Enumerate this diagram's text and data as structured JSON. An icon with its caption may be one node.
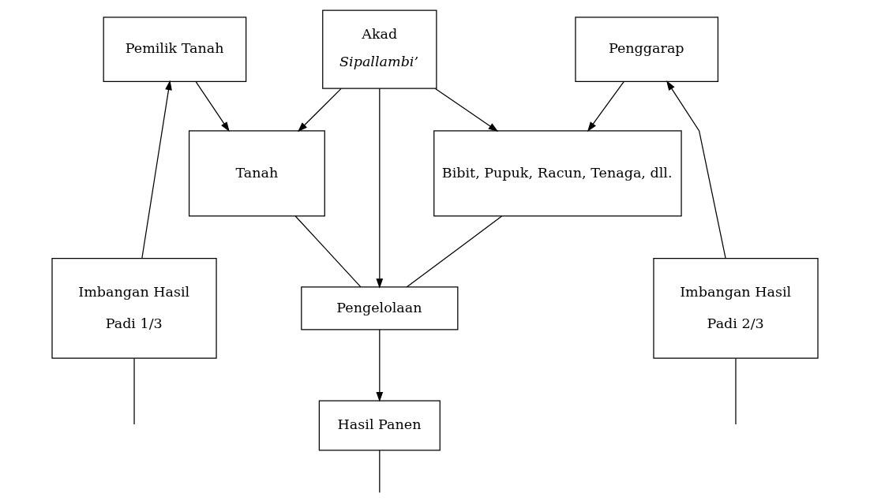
{
  "diagram": {
    "nodes": [
      {
        "text": [
          "Pemilik Tanah"
        ]
      },
      {
        "text": [
          "Akad",
          "Sipallambi’"
        ]
      },
      {
        "text": [
          "Penggarap"
        ]
      },
      {
        "text": [
          "Tanah"
        ]
      },
      {
        "text": [
          "Bibit, Pupuk, Racun, Tenaga, dll."
        ]
      },
      {
        "text": [
          "Imbangan Hasil",
          "Padi 1/3"
        ]
      },
      {
        "text": [
          "Pengelolaan"
        ]
      },
      {
        "text": [
          "Imbangan Hasil",
          "Padi 2/3"
        ]
      },
      {
        "text": [
          "Hasil Panen"
        ]
      }
    ],
    "edges": [
      {
        "from": 0,
        "to": 3,
        "arrow": "to"
      },
      {
        "from": 1,
        "to": 3,
        "arrow": "to"
      },
      {
        "from": 1,
        "to": 4,
        "arrow": "to"
      },
      {
        "from": 2,
        "to": 4,
        "arrow": "to"
      },
      {
        "from": 1,
        "to": 6,
        "arrow": "to"
      },
      {
        "from": 3,
        "to": 6,
        "arrow": "none"
      },
      {
        "from": 4,
        "to": 6,
        "arrow": "none"
      },
      {
        "from": 6,
        "to": 8,
        "arrow": "to"
      },
      {
        "from": 5,
        "to": 0,
        "arrow": "to"
      },
      {
        "from": 7,
        "to": 2,
        "arrow": "to"
      },
      {
        "from": 5,
        "to": null,
        "arrow": "none"
      },
      {
        "from": 8,
        "to": null,
        "arrow": "none"
      },
      {
        "from": 7,
        "to": null,
        "arrow": "none"
      }
    ]
  }
}
